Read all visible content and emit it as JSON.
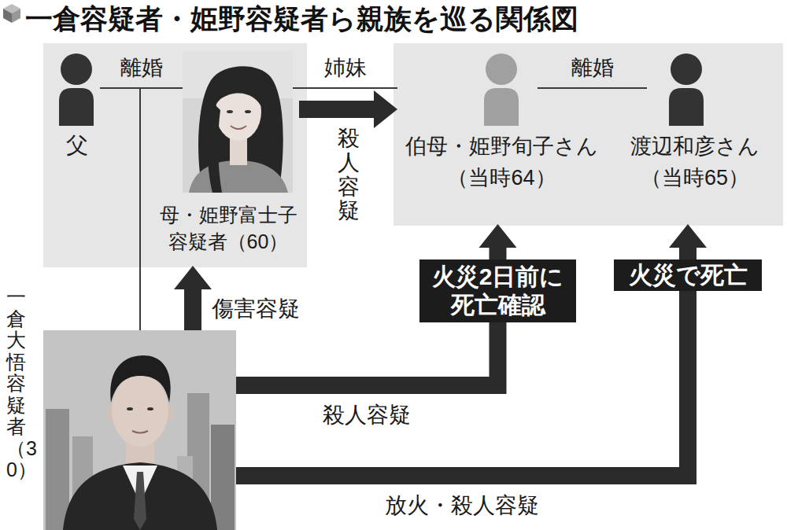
{
  "diagram": {
    "title": "一倉容疑者・姫野容疑者ら親族を巡る関係図",
    "nodes": [
      {
        "text": [
          "父"
        ]
      },
      {
        "text": [
          "母・姫野富士子 容疑者（60）"
        ]
      },
      {
        "text": [
          "伯母・姫野旬子さん （当時64）"
        ]
      },
      {
        "text": [
          "渡辺和彦さん （当時65）"
        ]
      },
      {
        "text": [
          "一倉大悟容疑者（30）"
        ]
      },
      {
        "text": [
          "火災2日前に 死亡確認"
        ]
      },
      {
        "text": [
          "火災で死亡"
        ]
      }
    ],
    "edges": [
      {
        "from": 0,
        "to": 1,
        "label": "離婚",
        "arrow": "none"
      },
      {
        "from": 1,
        "to": 2,
        "label": "姉妹",
        "arrow": "none"
      },
      {
        "from": 1,
        "to": 2,
        "label": "殺人容疑",
        "arrow": "to"
      },
      {
        "from": 2,
        "to": 3,
        "label": "離婚",
        "arrow": "none"
      },
      {
        "from": 4,
        "to": 1,
        "label": "傷害容疑",
        "arrow": "to"
      },
      {
        "from": 4,
        "to": 5,
        "label": "殺人容疑",
        "arrow": "none"
      },
      {
        "from": 5,
        "to": 2,
        "arrow": "to"
      },
      {
        "from": 4,
        "to": 6,
        "label": "放火・殺人容疑",
        "arrow": "none"
      },
      {
        "from": 6,
        "to": 3,
        "arrow": "to"
      }
    ]
  }
}
